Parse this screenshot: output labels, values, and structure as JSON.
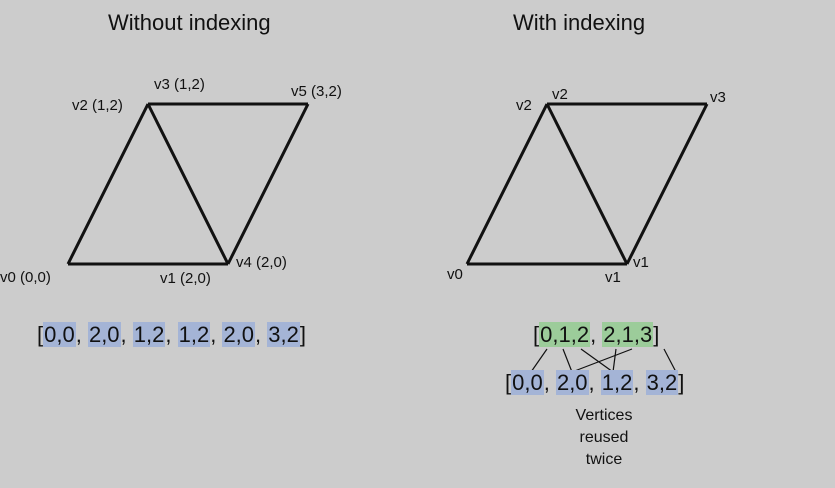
{
  "left": {
    "title": "Without indexing",
    "labels": {
      "v0": "v0 (0,0)",
      "v1": "v1 (2,0)",
      "v2": "v2 (1,2)",
      "v3": "v3 (1,2)",
      "v4": "v4 (2,0)",
      "v5": "v5 (3,2)"
    },
    "array": {
      "open": "[",
      "items": [
        "0,0",
        "2,0",
        "1,2",
        "1,2",
        "2,0",
        "3,2"
      ],
      "sep": ", ",
      "close": "]"
    }
  },
  "right": {
    "title": "With indexing",
    "labels": {
      "v0": "v0",
      "v1a": "v1",
      "v1b": "v1",
      "v2a": "v2",
      "v2b": "v2",
      "v3": "v3"
    },
    "index_array": {
      "open": "[",
      "groups": [
        "0,1,2",
        "2,1,3"
      ],
      "sep": ", ",
      "close": "]"
    },
    "vertex_array": {
      "open": "[",
      "items": [
        "0,0",
        "2,0",
        "1,2",
        "3,2"
      ],
      "sep": ", ",
      "close": "]"
    },
    "note": [
      "Vertices",
      "reused",
      "twice"
    ]
  },
  "colors": {
    "background": "#cccccc",
    "vertex_highlight": "#a4b4d6",
    "index_highlight": "#9ccc9a",
    "line": "#111111"
  }
}
